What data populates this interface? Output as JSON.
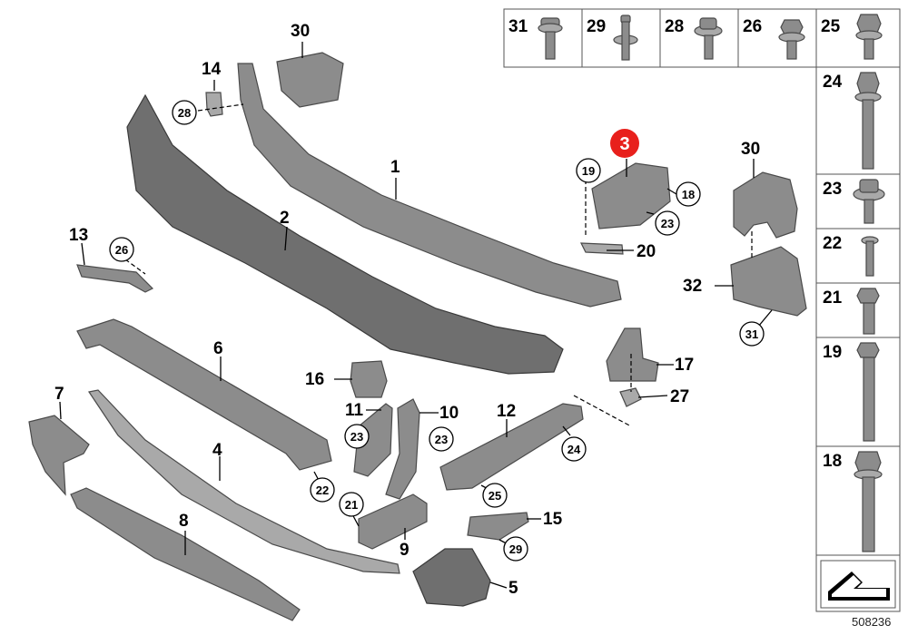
{
  "diagram": {
    "document_number": "508236",
    "highlighted_item": "3",
    "part_labels": {
      "p1": "1",
      "p2": "2",
      "p4": "4",
      "p5": "5",
      "p6": "6",
      "p7": "7",
      "p8": "8",
      "p9": "9",
      "p10": "10",
      "p11": "11",
      "p12": "12",
      "p13": "13",
      "p14": "14",
      "p15": "15",
      "p16": "16",
      "p17": "17",
      "p20": "20",
      "p27": "27",
      "p30a": "30",
      "p30b": "30",
      "p32": "32"
    },
    "circled_labels": {
      "c28a": "28",
      "c26": "26",
      "c19": "19",
      "c18": "18",
      "c23a": "23",
      "c31": "31",
      "c23b": "23",
      "c23c": "23",
      "c22": "22",
      "c21": "21",
      "c24": "24",
      "c25": "25",
      "c29": "29"
    },
    "hardware_top_row": [
      "31",
      "29",
      "28",
      "26",
      "25"
    ],
    "hardware_right_column": [
      "24",
      "23",
      "22",
      "21",
      "19",
      "18"
    ]
  },
  "colors": {
    "part_fill": "#8c8c8c",
    "highlight_red": "#e8201c",
    "line": "#000000"
  }
}
